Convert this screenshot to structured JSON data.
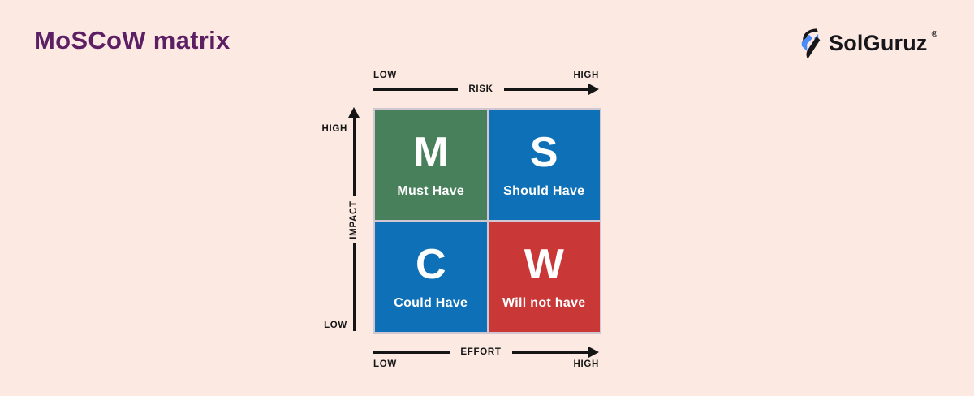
{
  "page": {
    "title": "MoSCoW matrix"
  },
  "colors": {
    "background": "#fce9e2",
    "title": "#5d1f63",
    "axis": "#151515",
    "grid_line": "#d2c6d2",
    "logo_blue": "#4a8cf7",
    "logo_black": "#17171b"
  },
  "logo": {
    "text": "SolGuruz",
    "registered": "®"
  },
  "axes": {
    "top": {
      "label": "RISK",
      "low": "LOW",
      "high": "HIGH"
    },
    "left": {
      "label": "IMPACT",
      "low": "LOW",
      "high": "HIGH"
    },
    "bottom": {
      "label": "EFFORT",
      "low": "LOW",
      "high": "HIGH"
    }
  },
  "matrix": {
    "quadrants": [
      {
        "letter": "M",
        "label": "Must Have",
        "color": "#47805a",
        "position": "top-left"
      },
      {
        "letter": "S",
        "label": "Should Have",
        "color": "#0e70b6",
        "position": "top-right"
      },
      {
        "letter": "C",
        "label": "Could Have",
        "color": "#0e70b6",
        "position": "bottom-left"
      },
      {
        "letter": "W",
        "label": "Will not have",
        "color": "#c93737",
        "position": "bottom-right"
      }
    ]
  }
}
